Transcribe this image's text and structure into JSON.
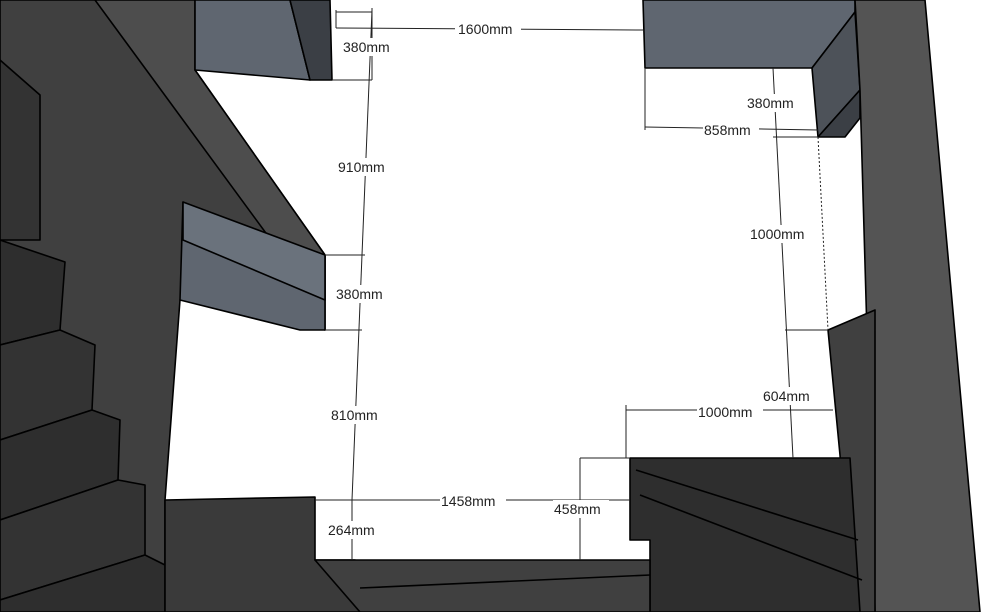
{
  "colors": {
    "floor": "#ffffff",
    "wall_dark": "#404040",
    "wall_mid": "#4d4d4d",
    "stair_dark": "#2e2e2e",
    "stair_face": "#3a3a3a",
    "blue_gray": "#5f6670",
    "blue_gray_light": "#6a727c",
    "edge": "#000000",
    "dimension": "#222222"
  },
  "dimensions": {
    "top_width": "1600mm",
    "top_left_depth": "380mm",
    "top_right_depth": "380mm",
    "right_top_width": "858mm",
    "left_upper_length": "910mm",
    "right_length": "1000mm",
    "left_beam_depth": "380mm",
    "right_lower_depth": "604mm",
    "left_lower_length": "810mm",
    "bottom_right_width": "1000mm",
    "bottom_width": "1458mm",
    "bottom_step_depth": "458mm",
    "bottom_left_depth": "264mm"
  }
}
